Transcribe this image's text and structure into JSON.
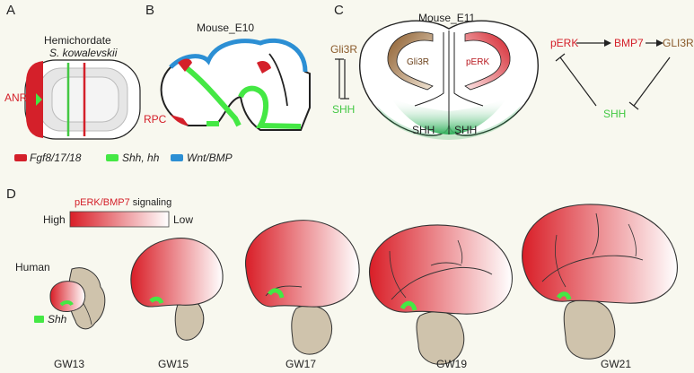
{
  "colors": {
    "red": "#d4202a",
    "green": "#44e844",
    "blue": "#2c8fd4",
    "brown": "#a0703a",
    "tan": "#cfc3ac",
    "background": "#f8f8ef"
  },
  "panels": {
    "A": {
      "letter": "A",
      "title": "Hemichordate",
      "species": "S. kowalevskii",
      "label_anr": "ANR"
    },
    "B": {
      "letter": "B",
      "title": "Mouse_E10",
      "label_rpc": "RPC"
    },
    "legend": [
      {
        "label": "Fgf8/17/18",
        "color": "#d4202a",
        "icon": "red-swatch"
      },
      {
        "label": "Shh, hh",
        "color": "#44e844",
        "icon": "green-swatch"
      },
      {
        "label": "Wnt/BMP",
        "color": "#2c8fd4",
        "icon": "blue-swatch"
      }
    ],
    "C": {
      "letter": "C",
      "title": "Mouse_E11",
      "left_top": "Gli3R",
      "left_bottom": "SHH",
      "inner_gli3r": "Gli3R",
      "inner_perk": "pERK",
      "shh_left": "SHH",
      "shh_right": "SHH",
      "pathway": {
        "perk": "pERK",
        "bmp7": "BMP7",
        "gli3r": "GLI3R",
        "shh": "SHH"
      }
    },
    "D": {
      "letter": "D",
      "gradient_title_red": "pERK/BMP7",
      "gradient_title_rest": " signaling",
      "gradient_high": "High",
      "gradient_low": "Low",
      "species": "Human",
      "shh_legend": "Shh",
      "stages": [
        "GW13",
        "GW15",
        "GW17",
        "GW19",
        "GW21"
      ]
    }
  }
}
